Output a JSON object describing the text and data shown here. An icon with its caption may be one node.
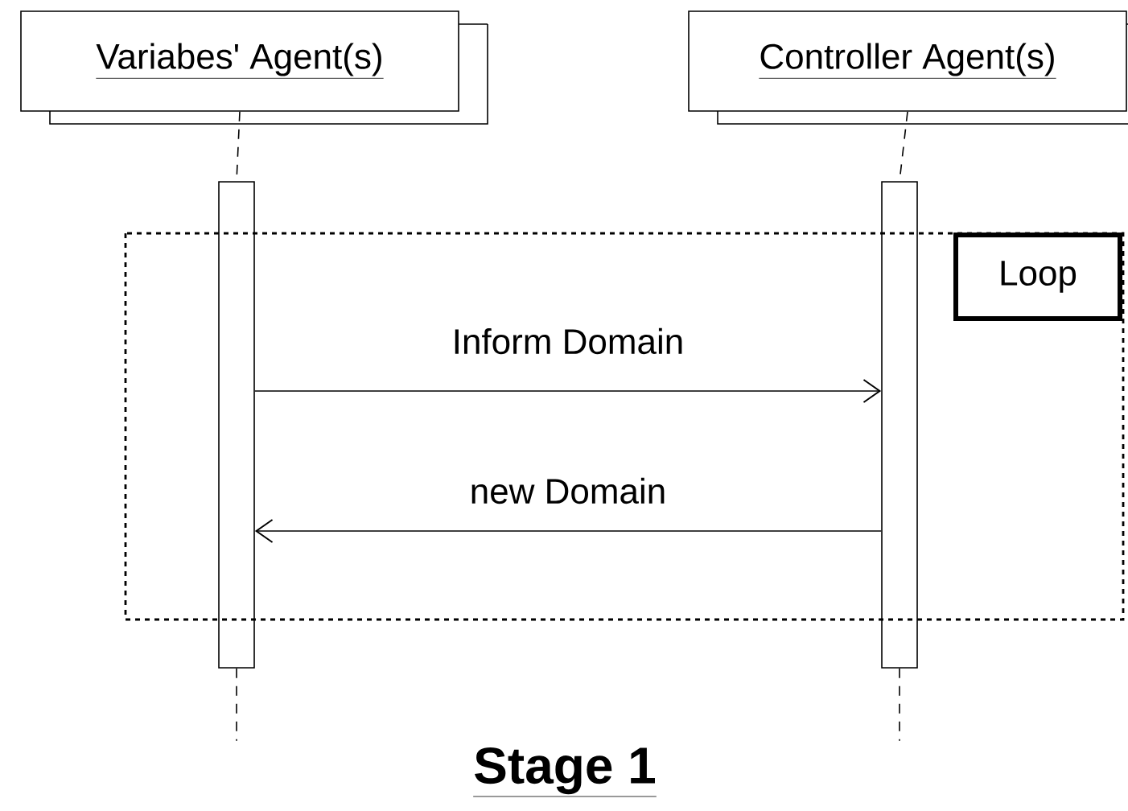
{
  "diagram": {
    "title": "Stage 1",
    "nodes": [
      {
        "text": [
          "Variabes' Agent(s)"
        ]
      },
      {
        "text": [
          "Controller Agent(s)"
        ]
      },
      {
        "text": [],
        "shape": "bar"
      },
      {
        "text": [],
        "shape": "bar"
      },
      {
        "text": [
          "Loop"
        ]
      }
    ],
    "edges": [
      {
        "from": 0,
        "to": 2,
        "arrow": "none",
        "style": "dashed"
      },
      {
        "from": 1,
        "to": 3,
        "arrow": "none",
        "style": "dashed"
      },
      {
        "from": 2,
        "to": null,
        "arrow": "none",
        "style": "dashed"
      },
      {
        "from": 3,
        "to": null,
        "arrow": "none",
        "style": "dashed"
      },
      {
        "from": 2,
        "to": 3,
        "arrow": "to",
        "label": "Inform Domain"
      },
      {
        "from": 3,
        "to": 2,
        "arrow": "to",
        "label": "new Domain"
      }
    ]
  }
}
